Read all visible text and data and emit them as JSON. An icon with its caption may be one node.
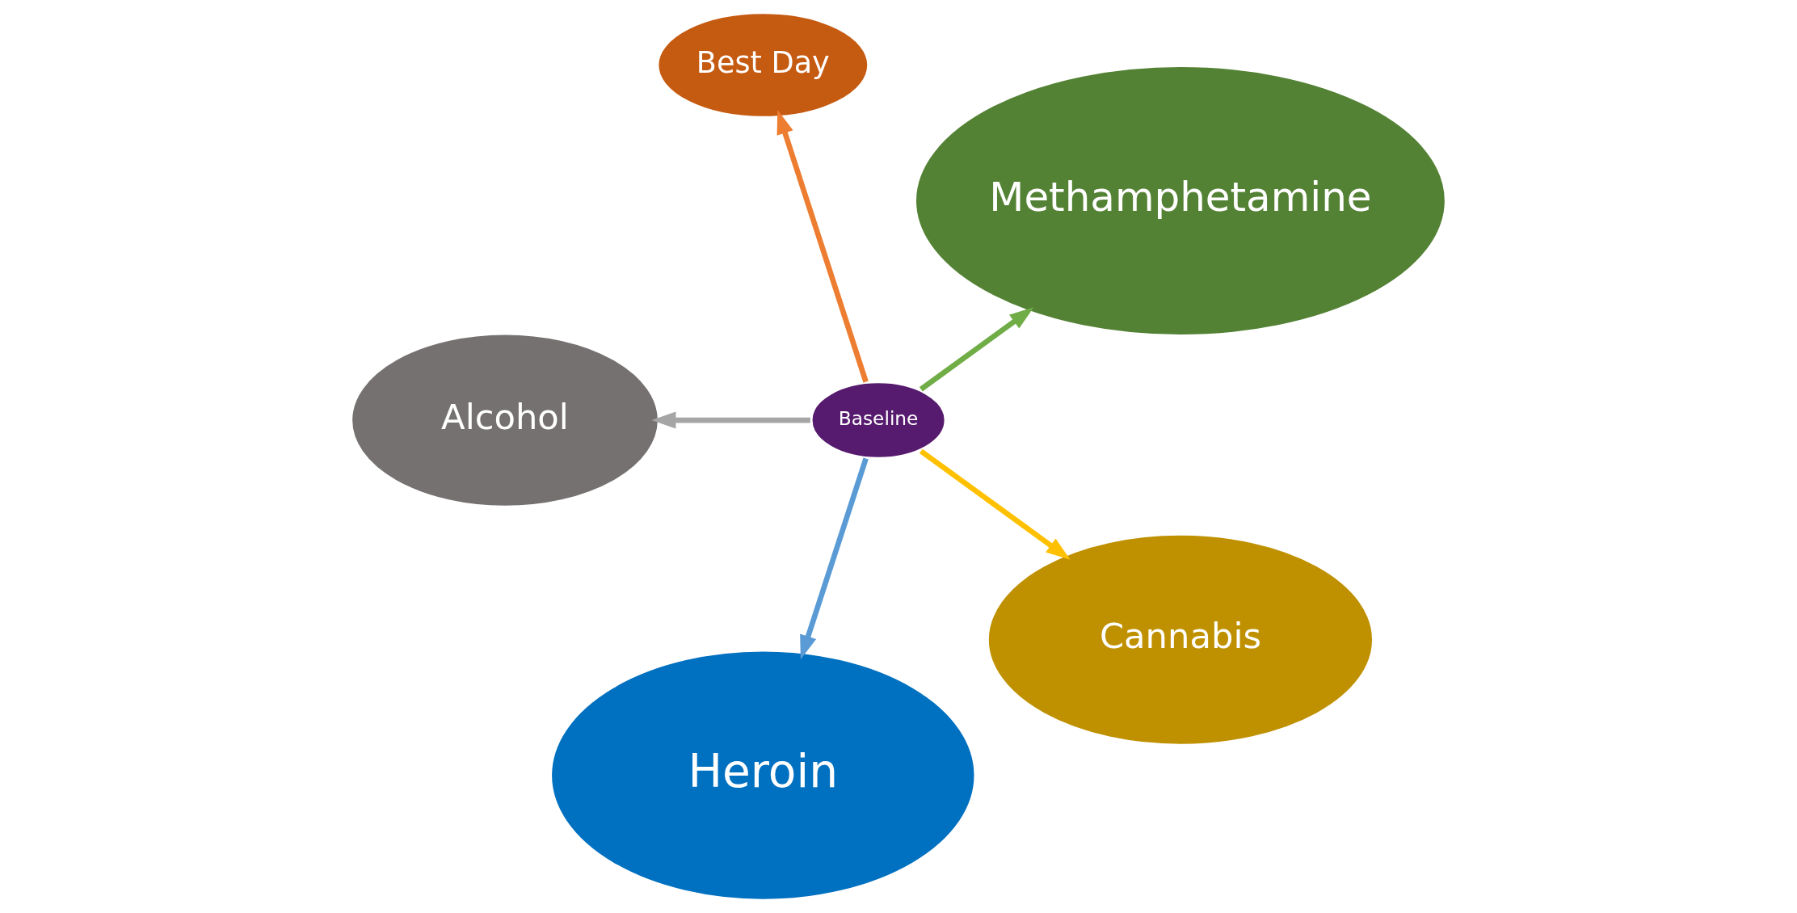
{
  "diagram": {
    "nodes": [
      {
        "text": [
          "Methamphetamine"
        ]
      },
      {
        "text": [
          "Best Day"
        ]
      },
      {
        "text": [
          "Alcohol"
        ]
      },
      {
        "text": [
          "Baseline"
        ]
      },
      {
        "text": [
          "Heroin"
        ]
      },
      {
        "text": [
          "Cannabis"
        ]
      }
    ],
    "edges": [
      {
        "from": 3,
        "to": 1,
        "arrow": "to",
        "color": "#ed7d31"
      },
      {
        "from": 3,
        "to": 2,
        "arrow": "to",
        "color": "#a5a5a5"
      },
      {
        "from": 3,
        "to": 5,
        "arrow": "to",
        "color": "#ffc000"
      },
      {
        "from": 3,
        "to": 4,
        "arrow": "to",
        "color": "#5b9bd5"
      },
      {
        "from": 3,
        "to": 0,
        "arrow": "to",
        "color": "#70ad47"
      }
    ]
  }
}
